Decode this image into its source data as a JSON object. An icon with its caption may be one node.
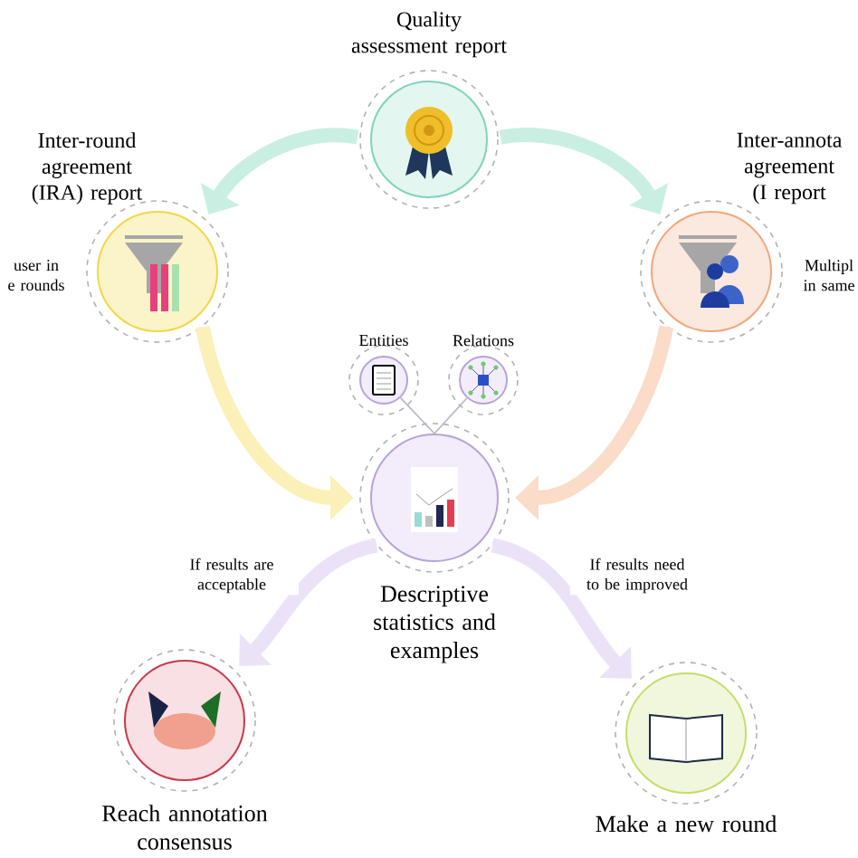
{
  "diagram": {
    "nodes": [
      {
        "text": [
          "Quality assessment report"
        ]
      },
      {
        "text": [
          "Inter-round agreement (IRA) report"
        ],
        "beside": [
          "user in e rounds"
        ]
      },
      {
        "text": [
          "Inter-annota agreement (I report"
        ],
        "beside": [
          "Multipl in same"
        ]
      },
      {
        "text": [
          "Entities"
        ]
      },
      {
        "text": [
          "Relations"
        ]
      },
      {
        "text": [
          "Descriptive statistics and examples"
        ]
      },
      {
        "text": [
          "Reach annotation consensus"
        ]
      },
      {
        "text": [
          "Make a new round"
        ]
      }
    ],
    "edges": [
      {
        "from": 0,
        "to": 1,
        "arrow": "to",
        "color": "#c9efe3"
      },
      {
        "from": 0,
        "to": 2,
        "arrow": "to",
        "color": "#c9efe3"
      },
      {
        "from": 1,
        "to": 5,
        "arrow": "to",
        "color": "#fbf0b8"
      },
      {
        "from": 2,
        "to": 5,
        "arrow": "to",
        "color": "#fbdcc8"
      },
      {
        "from": 5,
        "to": 6,
        "arrow": "to",
        "color": "#ece2f8",
        "label": "If results are acceptable"
      },
      {
        "from": 5,
        "to": 7,
        "arrow": "to",
        "color": "#ece2f8",
        "label": "If results need to be improved"
      },
      {
        "from": 3,
        "to": 5,
        "arrow": "none",
        "color": "#b9b4c4"
      },
      {
        "from": 4,
        "to": 5,
        "arrow": "none",
        "color": "#b9b4c4"
      }
    ]
  }
}
